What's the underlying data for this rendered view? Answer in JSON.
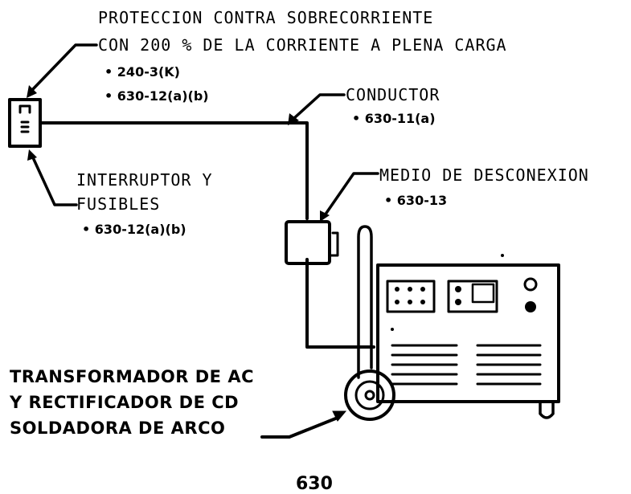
{
  "overcurrent": {
    "title_line1": "PROTECCION CONTRA SOBRECORRIENTE",
    "title_line2": "CON 200 % DE LA CORRIENTE A PLENA CARGA",
    "refs": [
      "• 240-3(K)",
      "• 630-12(a)(b)"
    ]
  },
  "conductor": {
    "title": "CONDUCTOR",
    "ref": "• 630-11(a)"
  },
  "breaker": {
    "title_line1": "INTERRUPTOR Y",
    "title_line2": "FUSIBLES",
    "ref": "• 630-12(a)(b)"
  },
  "disconnect": {
    "title": "MEDIO DE DESCONEXION",
    "ref": "• 630-13"
  },
  "welder": {
    "line1": "TRANSFORMADOR DE AC",
    "line2": "Y RECTIFICADOR DE CD",
    "line3": "SOLDADORA DE ARCO"
  },
  "figure_number": "630",
  "colors": {
    "ink": "#000000",
    "paper": "#ffffff"
  }
}
